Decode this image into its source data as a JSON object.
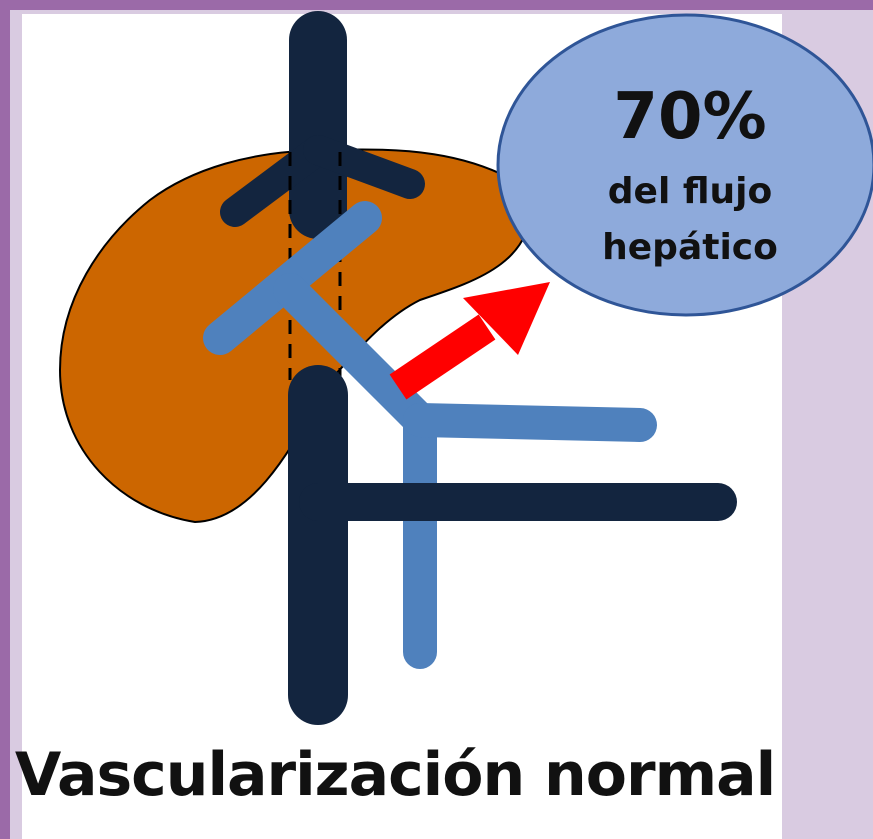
{
  "bubble": {
    "percent": "70%",
    "line1": "del flujo",
    "line2": "hepático"
  },
  "caption": "Vascularización normal",
  "colors": {
    "liver": "#cc6600",
    "dark_vessel": "#13253f",
    "portal_vein": "#4f81bd",
    "bubble_fill": "#8eaadb",
    "bubble_stroke": "#2f5597",
    "arrow": "#ff0000",
    "border": "#9b6aa8",
    "side_panel": "#d9cbe1"
  }
}
